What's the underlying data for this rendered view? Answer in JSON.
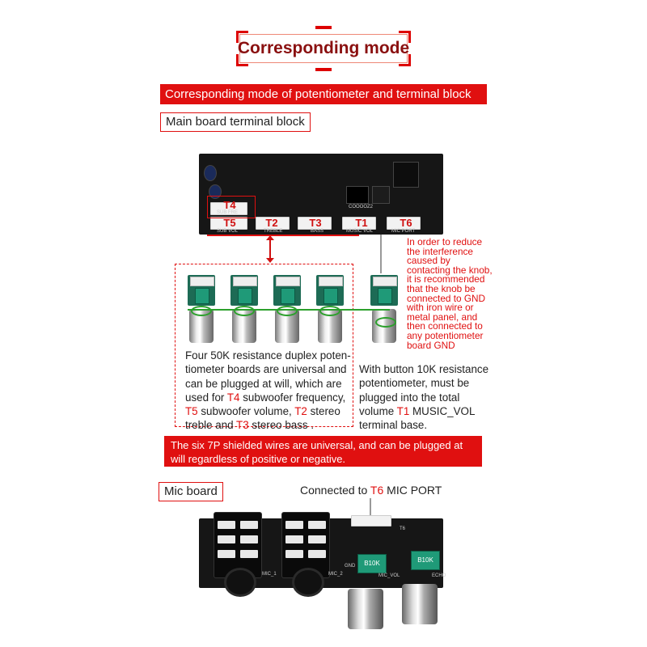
{
  "title": "Corresponding mode",
  "section_heading": "Corresponding mode of potentiometer and terminal block",
  "main_board_label": "Main board terminal block",
  "main_board": {
    "terminals": [
      "T4",
      "T5",
      "T2",
      "T3",
      "T1",
      "T6"
    ],
    "silk_labels": [
      "SUB FRE",
      "SUB VOL",
      "TREBLE",
      "BASS",
      "MUSIC VOL",
      "MIC PORT"
    ],
    "chip_text": "COOOOZ2"
  },
  "duplex_description": {
    "line1": "Four 50K resistance duplex poten-",
    "line2": "tiometer boards are universal and",
    "line3": "can be plugged at will, which are",
    "line4_pre": "used for ",
    "line4_t": "T4",
    "line4_post": " subwoofer frequency,",
    "line5_t": "T5",
    "line5_post": " subwoofer volume, ",
    "line5_t2": "T2",
    "line5_post2": " stereo",
    "line6_pre": "treble and ",
    "line6_t": "T3",
    "line6_post": " stereo bass ."
  },
  "button_description": {
    "line1": "With button 10K resistance",
    "line2": "potentiometer, must be",
    "line3": "plugged into the total",
    "line4_pre": "volume ",
    "line4_t": "T1",
    "line4_post": " MUSIC_VOL",
    "line5": "terminal base."
  },
  "gnd_note": [
    "In order to reduce",
    "the interference",
    "caused by",
    "contacting the knob,",
    "it is recommended",
    "that the knob be",
    "connected to GND",
    "with iron wire or",
    "metal panel, and",
    "then connected to",
    "any potentiometer",
    "board GND"
  ],
  "shielded_wire_note": "The six 7P shielded wires are universal, and can be plugged at will regardless of positive or negative.",
  "mic_board_label": "Mic board",
  "mic_connection": {
    "pre": "Connected to ",
    "t": "T6",
    "post": " MIC PORT"
  },
  "mic_board": {
    "silk_labels": [
      "MIC_1",
      "MIC_2",
      "MIC_VOL",
      "ECHO",
      "GND",
      "T6"
    ],
    "pot_values": [
      "B10K",
      "B10K"
    ]
  },
  "colors": {
    "accent_red": "#e01010",
    "pcb_black": "#161616",
    "green_marker": "#2ca02c"
  }
}
